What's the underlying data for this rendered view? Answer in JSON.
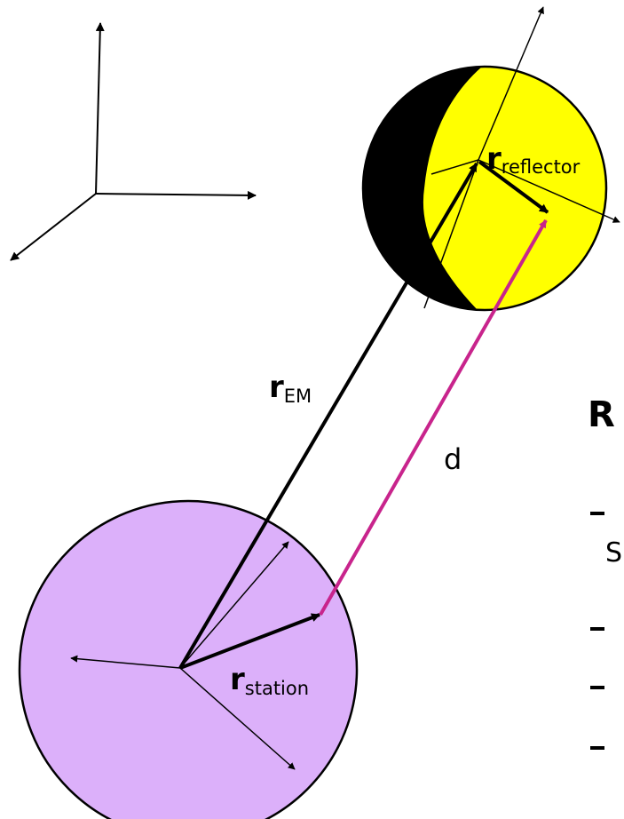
{
  "labels": {
    "r_reflector_main": "r",
    "r_reflector_sub": "reflector",
    "r_em_main": "r",
    "r_em_sub": "EM",
    "d": "d",
    "r_station_main": "r",
    "r_station_sub": "station",
    "heading_partial": "R",
    "clipped_text_partial": "S"
  },
  "colors": {
    "earth": "#dcb0fa",
    "moon_lit": "#ffff00",
    "moon_dark": "#000000",
    "distance_vector": "#c8248c",
    "lines": "#000000"
  }
}
